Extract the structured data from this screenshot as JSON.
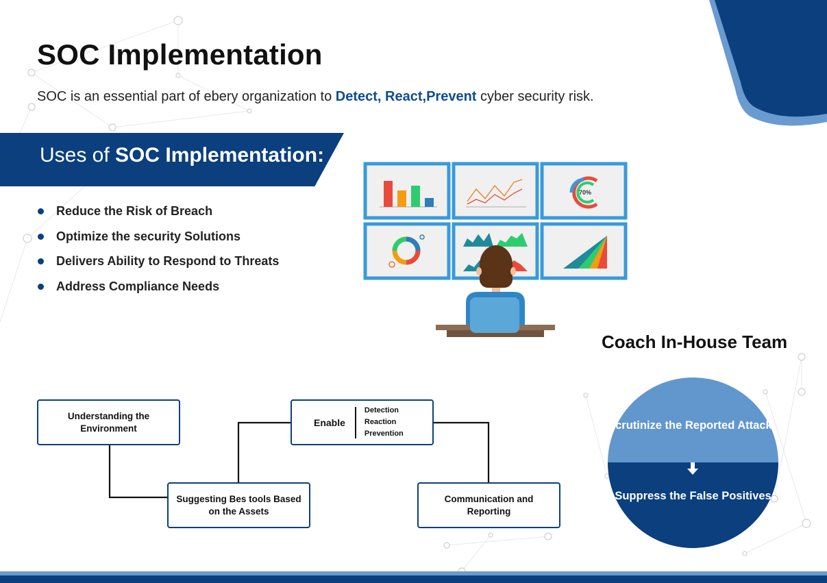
{
  "title": "SOC Implementation",
  "subtitle": {
    "before": "SOC is an essential part of ebery organization to ",
    "highlight": "Detect, React,Prevent",
    "after": " cyber security risk."
  },
  "uses": {
    "heading_prefix": "Uses of ",
    "heading_bold": "SOC Implementation:",
    "items": [
      "Reduce the Risk of Breach",
      "Optimize the security Solutions",
      "Delivers Ability to Respond to Threats",
      "Address Compliance Needs"
    ]
  },
  "illustration": {
    "gauge_label": "70%"
  },
  "flow": {
    "understanding": "Understanding the Environment",
    "suggesting": "Suggesting Bes tools Based on the Assets",
    "enable": {
      "label": "Enable",
      "items": [
        "Detection",
        "Reaction",
        "Prevention"
      ]
    },
    "communication": "Communication and Reporting"
  },
  "coach": {
    "title": "Coach In-House Team",
    "top": "Scrutinize the Reported Attacks",
    "bottom": "Suppress the False Positives"
  },
  "colors": {
    "navy": "#0b3f7d",
    "light_blue": "#6297cd",
    "highlight": "#0e4c8f"
  }
}
